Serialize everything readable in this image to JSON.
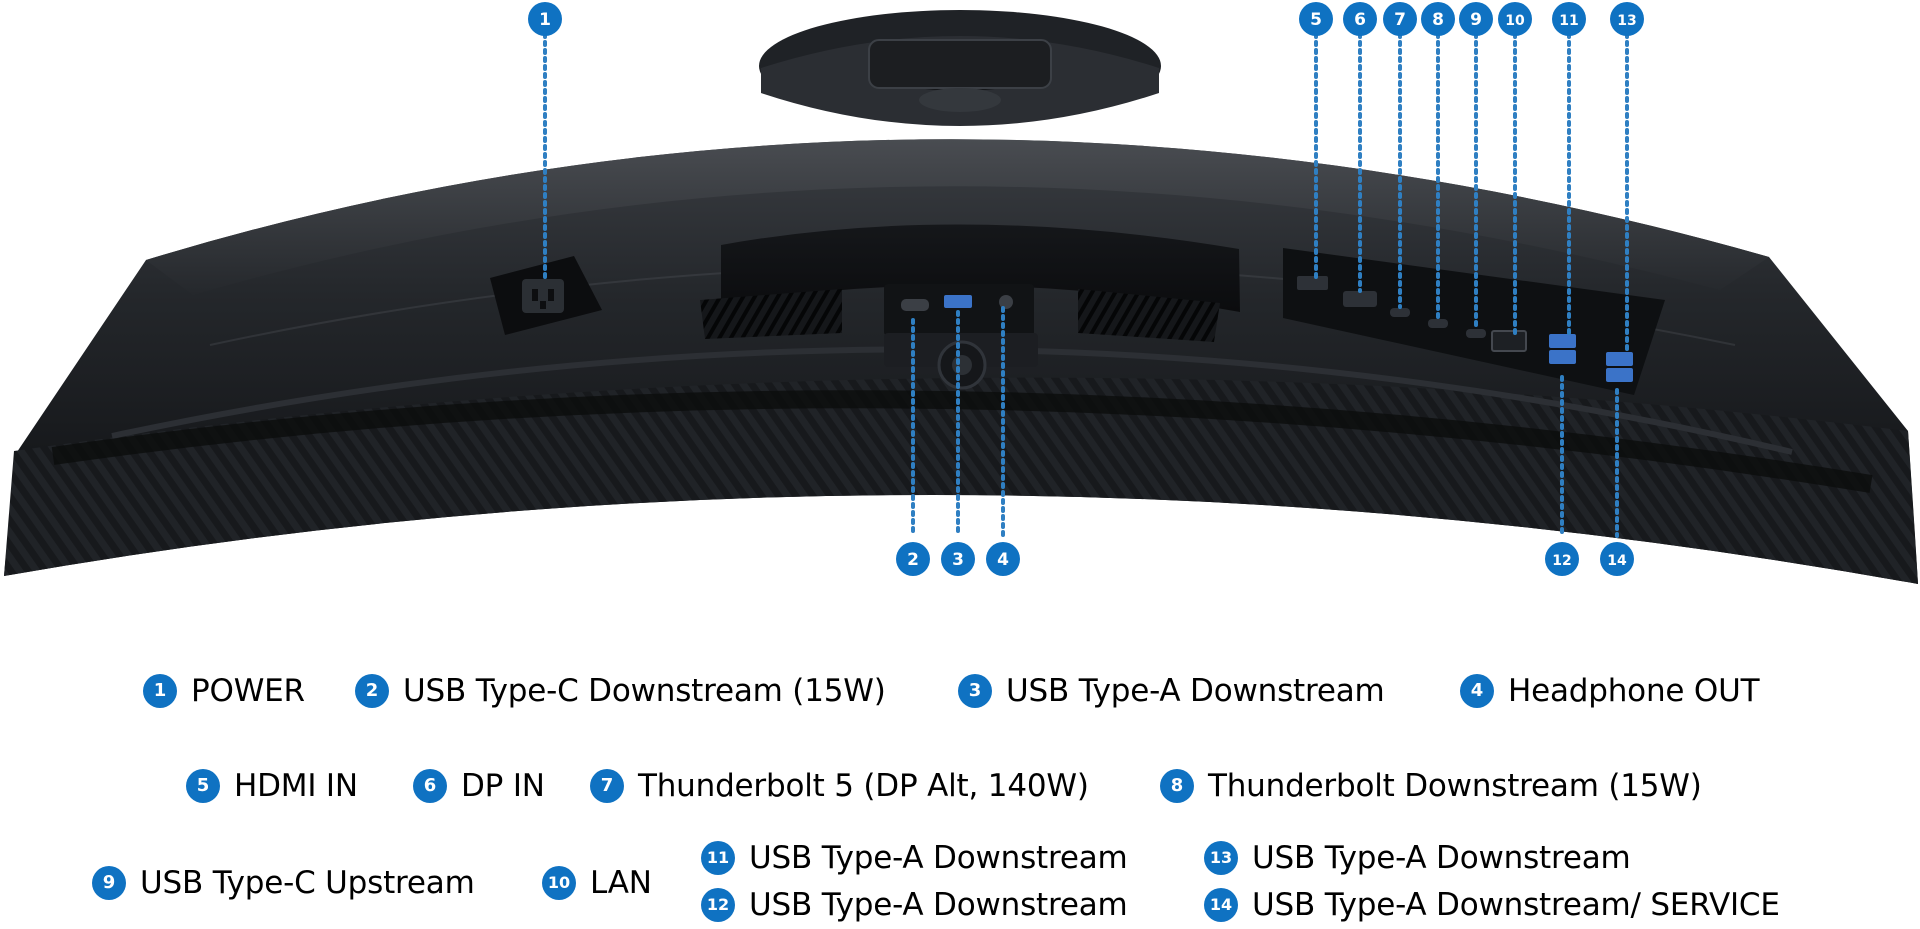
{
  "markers": {
    "m1": "1",
    "m2": "2",
    "m3": "3",
    "m4": "4",
    "m5": "5",
    "m6": "6",
    "m7": "7",
    "m8": "8",
    "m9": "9",
    "m10": "10",
    "m11": "11",
    "m12": "12",
    "m13": "13",
    "m14": "14"
  },
  "legend": {
    "items": [
      {
        "num": "1",
        "label": "POWER"
      },
      {
        "num": "2",
        "label": "USB Type-C Downstream (15W)"
      },
      {
        "num": "3",
        "label": "USB Type-A Downstream"
      },
      {
        "num": "4",
        "label": "Headphone OUT"
      },
      {
        "num": "5",
        "label": "HDMI IN"
      },
      {
        "num": "6",
        "label": "DP IN"
      },
      {
        "num": "7",
        "label": "Thunderbolt 5 (DP Alt, 140W)"
      },
      {
        "num": "8",
        "label": "Thunderbolt Downstream (15W)"
      },
      {
        "num": "9",
        "label": "USB Type-C Upstream"
      },
      {
        "num": "10",
        "label": "LAN"
      },
      {
        "num": "11",
        "label": "USB Type-A Downstream"
      },
      {
        "num": "12",
        "label": "USB Type-A Downstream"
      },
      {
        "num": "13",
        "label": "USB Type-A Downstream"
      },
      {
        "num": "14",
        "label": "USB Type-A Downstream/ SERVICE"
      }
    ]
  },
  "colors": {
    "callout_blue": "#0f72c2",
    "leader_blue": "#2f7fc2",
    "monitor_dark": "#1d1f22",
    "port_blue": "#3b73c8"
  }
}
